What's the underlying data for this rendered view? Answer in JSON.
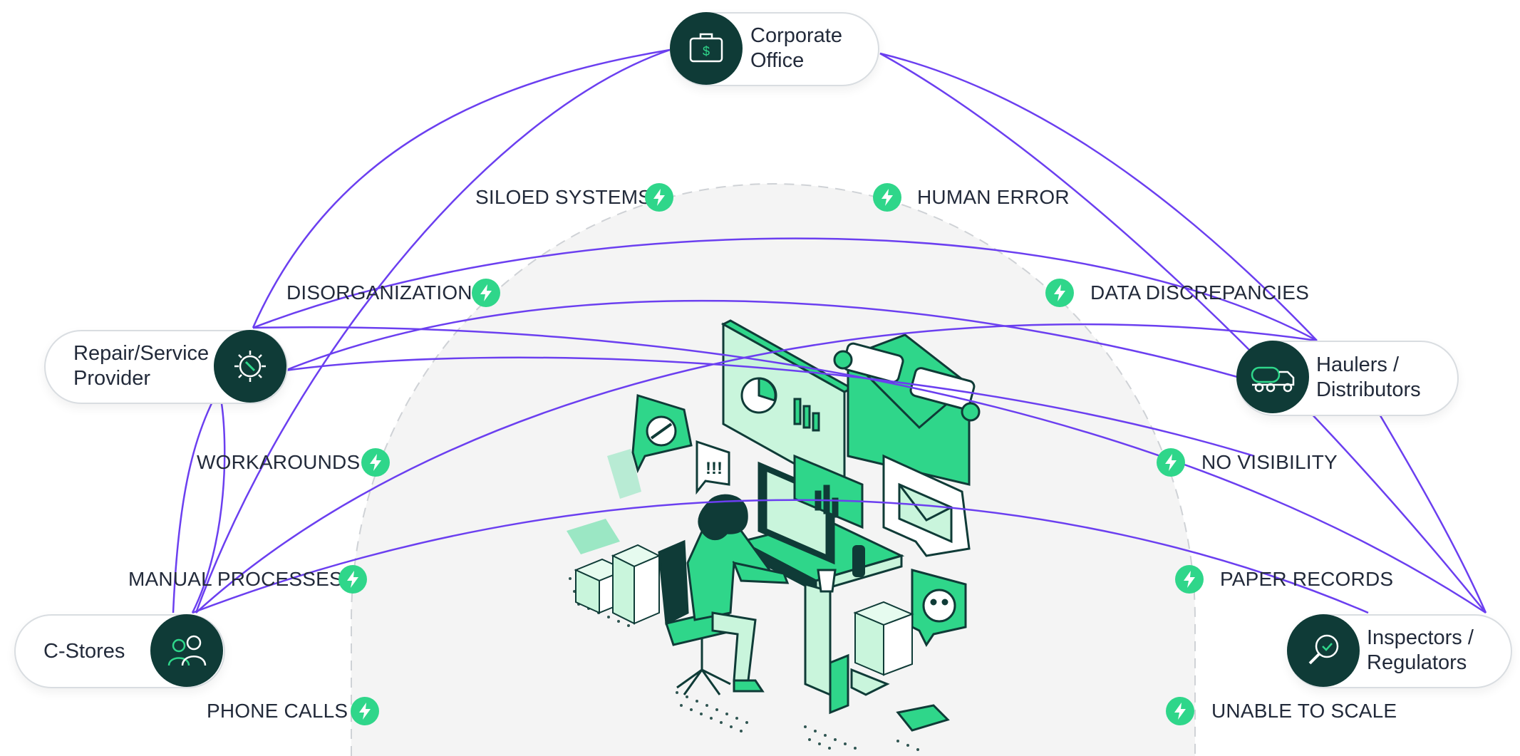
{
  "nodes": {
    "corporate": {
      "label": "Corporate\nOffice",
      "icon": "briefcase-dollar-icon"
    },
    "repair": {
      "label": "Repair/Service\nProvider",
      "icon": "gear-wrench-icon"
    },
    "cstores": {
      "label": "C-Stores",
      "icon": "people-icon"
    },
    "haulers": {
      "label": "Haulers /\nDistributors",
      "icon": "tanker-truck-icon"
    },
    "inspectors": {
      "label": "Inspectors /\nRegulators",
      "icon": "magnifier-check-icon"
    }
  },
  "problems": {
    "siloed": "SILOED SYSTEMS",
    "human_error": "HUMAN ERROR",
    "disorganization": "DISORGANIZATION",
    "data_discrepancies": "DATA DISCREPANCIES",
    "workarounds": "WORKAROUNDS",
    "no_visibility": "NO VISIBILITY",
    "manual_processes": "MANUAL PROCESSES",
    "paper_records": "PAPER RECORDS",
    "phone_calls": "PHONE CALLS",
    "unable_to_scale": "UNABLE TO SCALE"
  },
  "colors": {
    "connector": "#6b3ff0",
    "icon_bg": "#0f3b37",
    "bolt": "#2fd68a",
    "illustration_green": "#2fd68a",
    "illustration_light": "#c9f5dc",
    "dome": "#f4f4f4"
  }
}
